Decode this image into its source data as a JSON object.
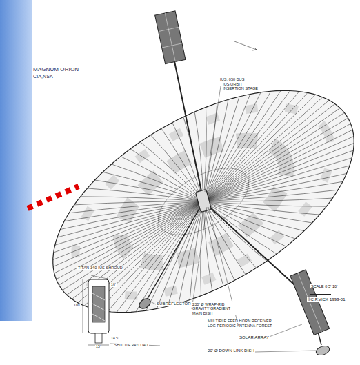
{
  "diagram": {
    "labels": [
      "MAGNUM ORION",
      "CIA,NSA",
      "IUS, 050 BUS",
      "IUS ORBIT INSERTION STAGE",
      "TITAN-340-IUS SHROUD",
      "SUBREFLECTOR",
      "230' Ø WRAP-RIB GRAVITY GRADIENT MAIN DISH",
      "MULTIPLE FEED HORN RECEIVER",
      "LOG PERIODIC ANTENNA FOREST",
      "SOLAR ARRAY",
      "20' Ø DOWN LINK DISH",
      "SCALE 0 5' 10'",
      "©C.P.VICK 1993-01",
      "SHUTTLE PAYLOAD",
      "180",
      "15'",
      "14.5'",
      "16'"
    ]
  }
}
